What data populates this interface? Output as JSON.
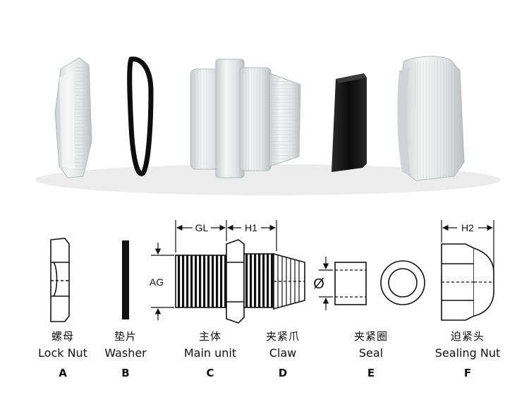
{
  "parts": [
    {
      "id": "A",
      "zh": "螺母",
      "en": "Lock Nut"
    },
    {
      "id": "B",
      "zh": "垫片",
      "en": "Washer"
    },
    {
      "id": "C",
      "zh": "主体",
      "en": "Main unit"
    },
    {
      "id": "D",
      "zh": "夹紧爪",
      "en": "Claw"
    },
    {
      "id": "E",
      "zh": "夹紧圈",
      "en": "Seal"
    },
    {
      "id": "F",
      "zh": "迫紧头",
      "en": "Sealing Nut"
    }
  ],
  "dimensions": {
    "gl": "GL",
    "h1": "H1",
    "h2": "H2",
    "ag": "AG",
    "diameter": "Ø"
  },
  "colors": {
    "plastic": "#e8eaea",
    "rubber": "#151515",
    "line": "#111111"
  }
}
